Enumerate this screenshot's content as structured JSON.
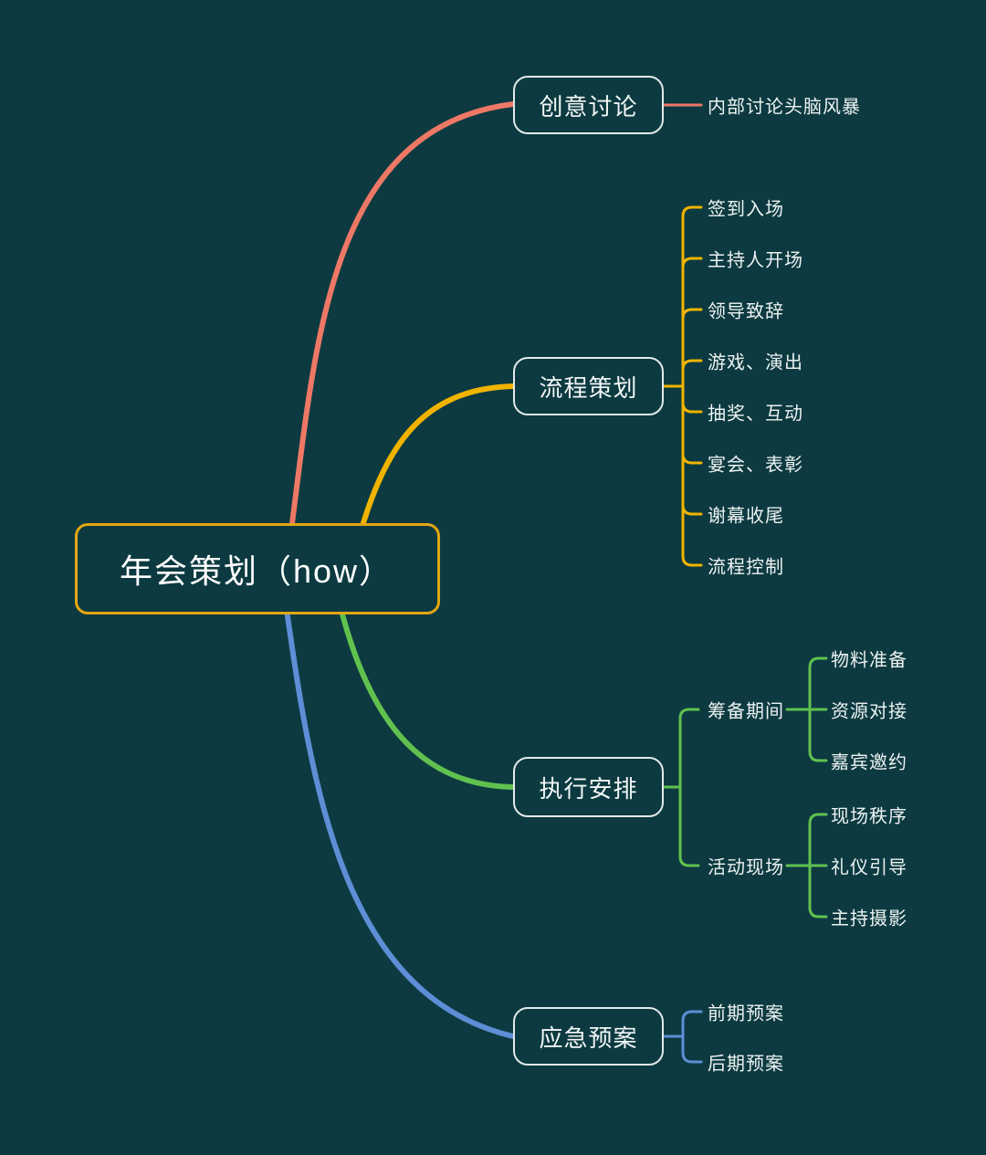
{
  "colors": {
    "background": "#0c3a40",
    "node_border": "#e3e9e9",
    "text": "#edf2f2"
  },
  "root": {
    "label": "年会策划（how）",
    "border_color": "#e2a614"
  },
  "branches": [
    {
      "label": "创意讨论",
      "color": "#ee7866",
      "children": [
        {
          "label": "内部讨论头脑风暴"
        }
      ]
    },
    {
      "label": "流程策划",
      "color": "#f0b400",
      "children": [
        {
          "label": "签到入场"
        },
        {
          "label": "主持人开场"
        },
        {
          "label": "领导致辞"
        },
        {
          "label": "游戏、演出"
        },
        {
          "label": "抽奖、互动"
        },
        {
          "label": "宴会、表彰"
        },
        {
          "label": "谢幕收尾"
        },
        {
          "label": "流程控制"
        }
      ]
    },
    {
      "label": "执行安排",
      "color": "#61c14f",
      "children": [
        {
          "label": "筹备期间",
          "children": [
            {
              "label": "物料准备"
            },
            {
              "label": "资源对接"
            },
            {
              "label": "嘉宾邀约"
            }
          ]
        },
        {
          "label": "活动现场",
          "children": [
            {
              "label": "现场秩序"
            },
            {
              "label": "礼仪引导"
            },
            {
              "label": "主持摄影"
            }
          ]
        }
      ]
    },
    {
      "label": "应急预案",
      "color": "#5d8ed6",
      "children": [
        {
          "label": "前期预案"
        },
        {
          "label": "后期预案"
        }
      ]
    }
  ]
}
